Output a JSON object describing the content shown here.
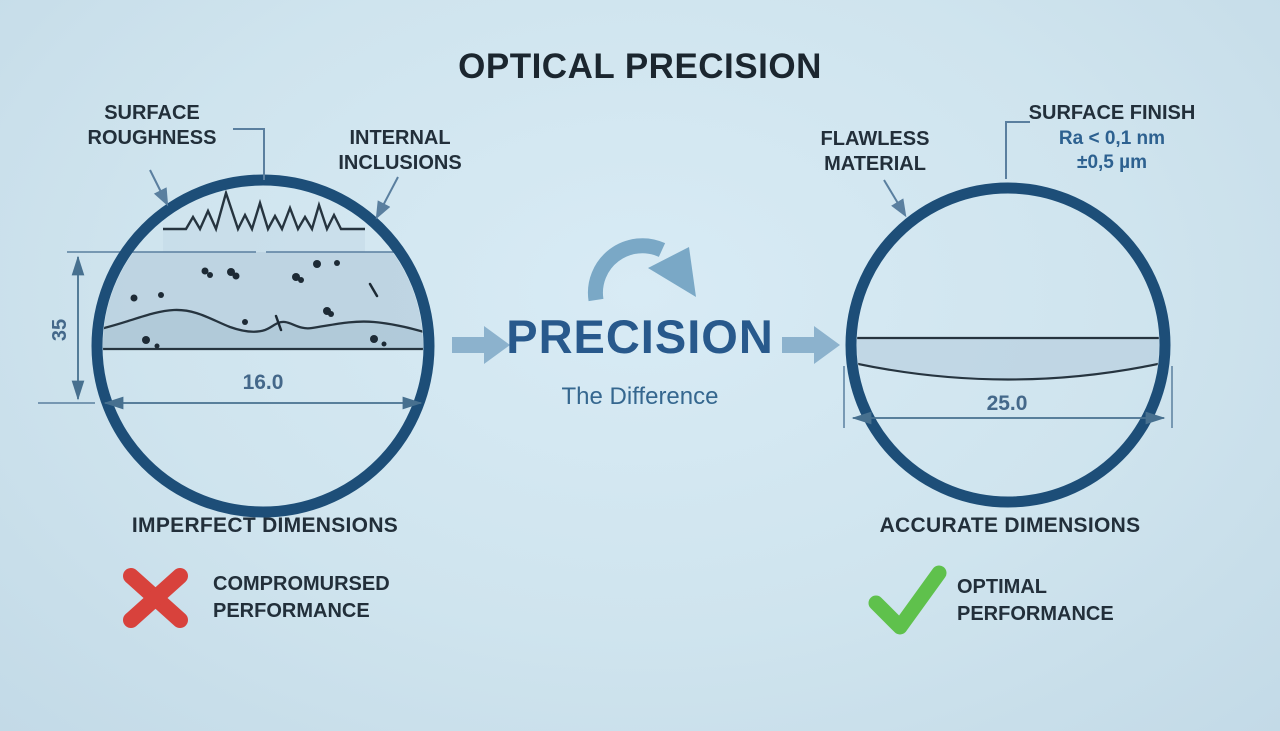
{
  "title": "OPTICAL PRECISION",
  "center": {
    "headline": "PRECISION",
    "subtitle": "The Difference",
    "flow_icons": [
      "right-arrow-icon",
      "curved-arrow-icon",
      "right-arrow-icon"
    ]
  },
  "left_lens": {
    "callout_surface_roughness": "SURFACE\nROUGHNESS",
    "callout_internal_inclusions": "INTERNAL\nINCLUSIONS",
    "height_dim": "35",
    "width_dim": "16.0",
    "caption": "IMPERFECT DIMENSIONS",
    "verdict": "COMPROMURSED\nPERFORMANCE",
    "verdict_icon": "x-icon"
  },
  "right_lens": {
    "callout_flawless_material": "FLAWLESS\nMATERIAL",
    "callout_surface_finish": "SURFACE FINISH",
    "surface_finish_value": "Ra < 0,1 nm",
    "surface_finish_tolerance": "±0,5 µm",
    "width_dim": "25.0",
    "caption": "ACCURATE DIMENSIONS",
    "verdict": "OPTIMAL\nPERFORMANCE",
    "verdict_icon": "check-icon"
  },
  "colors": {
    "background": "#cfe4ee",
    "ring_blue": "#1d4e78",
    "line_dark": "#26343f",
    "headline_blue": "#28598c",
    "subtitle_blue": "#35678f",
    "accent_arrow_blue": "#8cb2cd",
    "curved_arrow_blue": "#7aa8c6",
    "dimension_blue": "#47708f",
    "connector_blue": "#5a7f9f",
    "finish_text_blue": "#2d6190",
    "dark_text": "#222f3a",
    "error_red": "#d8423c",
    "success_green": "#5fc14c"
  }
}
